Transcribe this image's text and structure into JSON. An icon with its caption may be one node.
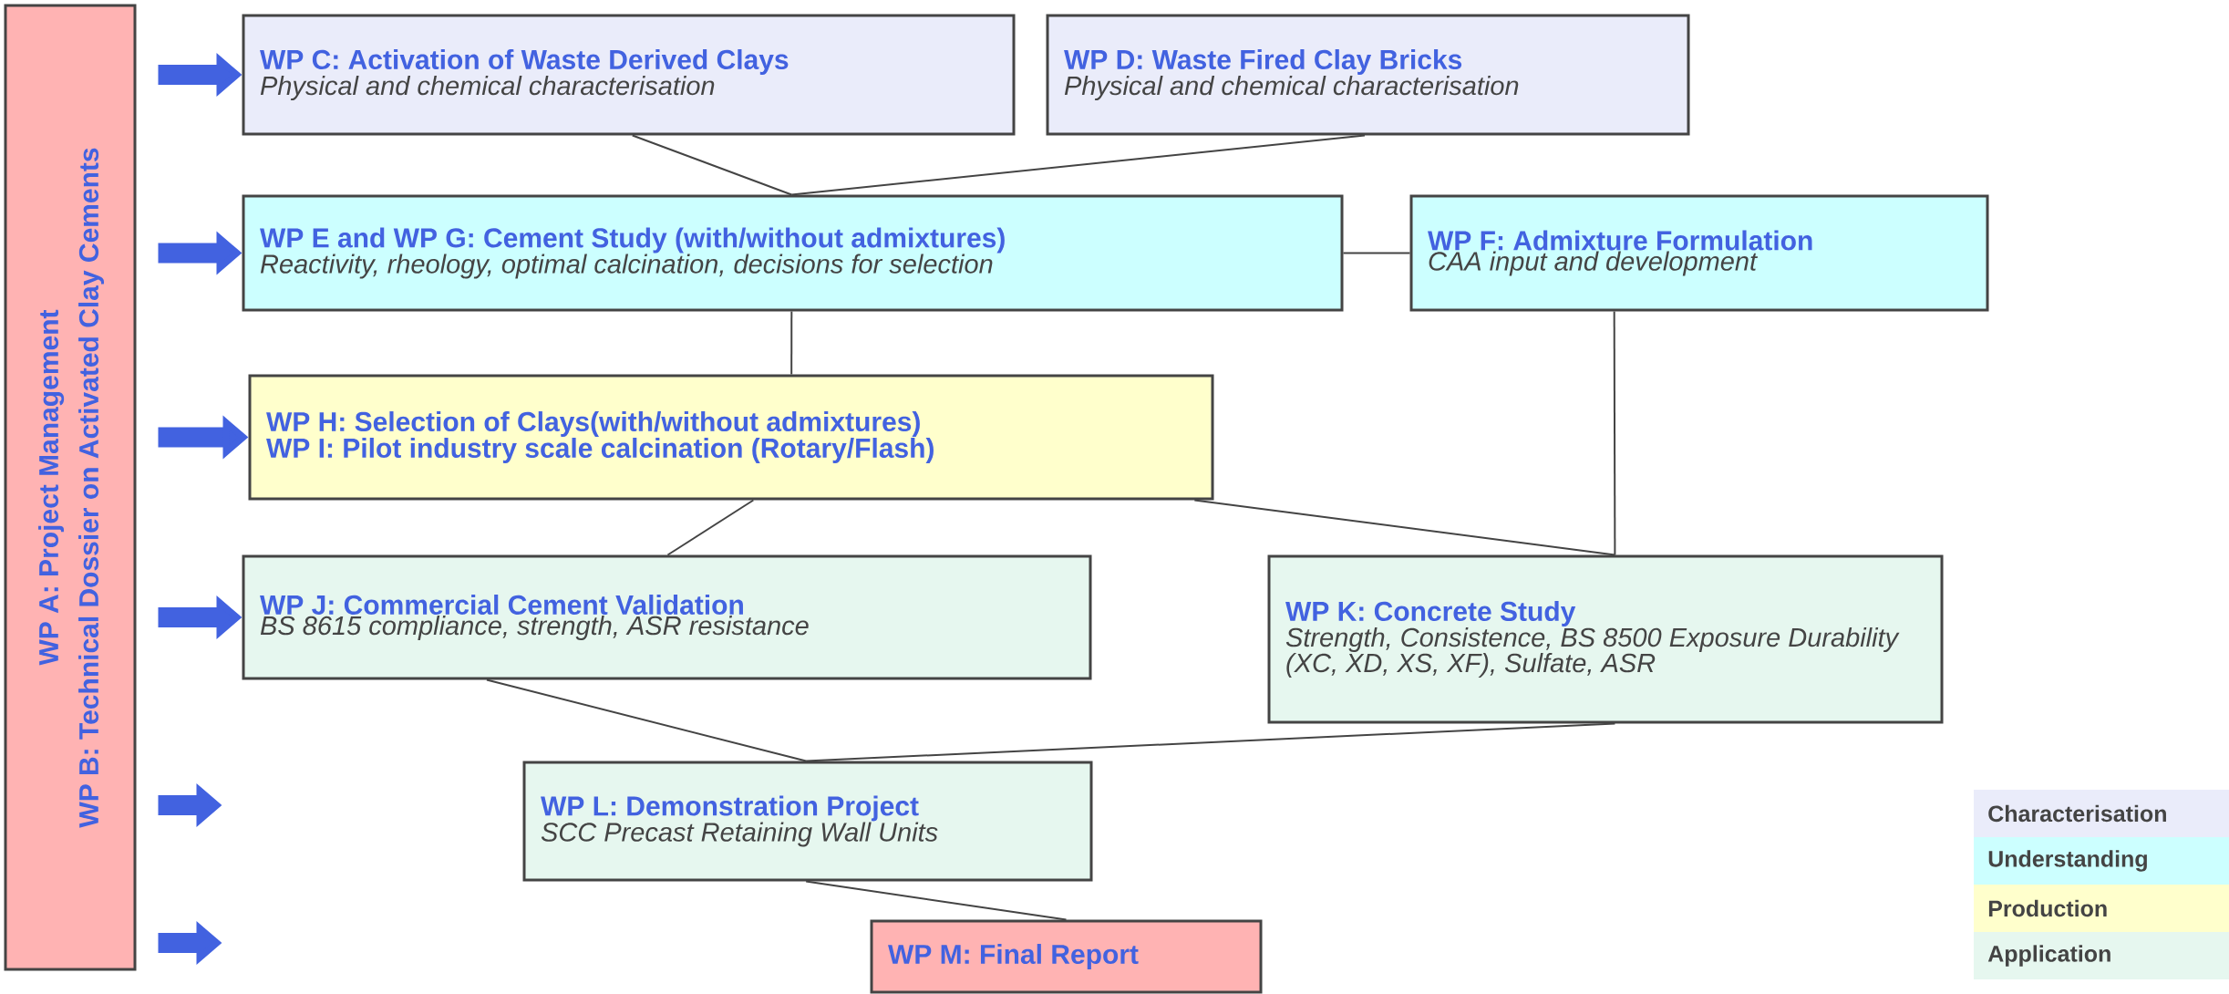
{
  "diagram": {
    "nodes": [
      {
        "text": [
          "WP A: Project Management",
          "WP B: Technical Dossier on Activated Clay Cements"
        ]
      },
      {
        "text": [
          "WP C: Activation of Waste Derived Clays",
          "Physical and chemical characterisation"
        ]
      },
      {
        "text": [
          "WP D: Waste Fired Clay Bricks",
          "Physical and chemical characterisation"
        ]
      },
      {
        "text": [
          "WP E and WP G: Cement Study (with/without admixtures)",
          "Reactivity, rheology, optimal calcination, decisions for selection"
        ]
      },
      {
        "text": [
          "WP F: Admixture Formulation",
          "CAA input and development"
        ]
      },
      {
        "text": [
          "WP H: Selection of Clays(with/without admixtures)",
          "WP I: Pilot industry scale calcination (Rotary/Flash)"
        ]
      },
      {
        "text": [
          "WP J: Commercial Cement Validation",
          "BS 8615 compliance, strength, ASR resistance"
        ]
      },
      {
        "text": [
          "WP K: Concrete Study",
          "Strength, Consistence, BS 8500 Exposure Durability (XC, XD, XS, XF), Sulfate, ASR"
        ]
      },
      {
        "text": [
          "WP L: Demonstration Project",
          "SCC Precast Retaining Wall Units"
        ]
      },
      {
        "text": [
          "WP M: Final Report"
        ]
      }
    ],
    "edges": [
      {
        "from": 1,
        "to": 3,
        "arrow": "none"
      },
      {
        "from": 2,
        "to": 3,
        "arrow": "none"
      },
      {
        "from": 3,
        "to": 4,
        "arrow": "none"
      },
      {
        "from": 3,
        "to": 5,
        "arrow": "none"
      },
      {
        "from": 4,
        "to": 7,
        "arrow": "none"
      },
      {
        "from": 5,
        "to": 6,
        "arrow": "none"
      },
      {
        "from": 5,
        "to": 7,
        "arrow": "none"
      },
      {
        "from": 6,
        "to": 8,
        "arrow": "none"
      },
      {
        "from": 7,
        "to": 8,
        "arrow": "none"
      },
      {
        "from": 8,
        "to": 9,
        "arrow": "none"
      },
      {
        "from": 0,
        "to": 1,
        "arrow": "to",
        "style": "thick",
        "color": "#4262e0"
      },
      {
        "from": 0,
        "to": 3,
        "arrow": "to",
        "style": "thick",
        "color": "#4262e0"
      },
      {
        "from": 0,
        "to": 5,
        "arrow": "to",
        "style": "thick",
        "color": "#4262e0"
      },
      {
        "from": 0,
        "to": 6,
        "arrow": "to",
        "style": "thick",
        "color": "#4262e0"
      },
      {
        "from": 0,
        "to": null,
        "arrow": "to",
        "style": "thick",
        "color": "#4262e0"
      },
      {
        "from": 0,
        "to": null,
        "arrow": "to",
        "style": "thick",
        "color": "#4262e0"
      }
    ],
    "legend": [
      {
        "text": "Characterisation",
        "color": "#eaecfa"
      },
      {
        "text": "Understanding",
        "color": "#ccffff"
      },
      {
        "text": "Production",
        "color": "#ffffcc"
      },
      {
        "text": "Application",
        "color": "#e6f7ef"
      }
    ]
  }
}
